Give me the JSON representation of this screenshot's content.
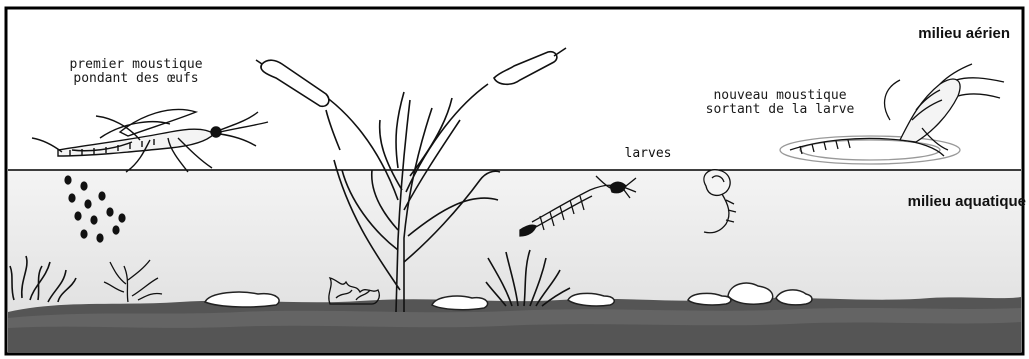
{
  "labels": {
    "first_mosquito": "premier moustique\npondant des œufs",
    "new_mosquito": "nouveau moustique\nsortant de la larve",
    "larvae": "larves",
    "air_zone": "milieu aérien",
    "water_zone": "milieu aquatique"
  },
  "colors": {
    "water": "#e9e9e9",
    "sediment": "#555555",
    "sediment_top": "#6b6b6b",
    "ink": "#111111",
    "rocks": "#ffffff"
  }
}
